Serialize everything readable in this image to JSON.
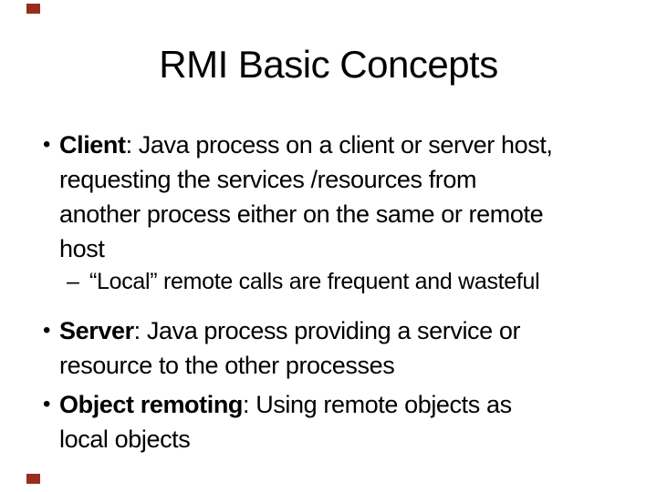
{
  "slide": {
    "title": "RMI Basic Concepts",
    "bullet_char": "•",
    "sub_dash": "–",
    "accent_color": "#962d1d",
    "bullets": [
      {
        "lead": "Client",
        "line1_rest": ": Java process on a client or server host,",
        "lines": [
          "requesting the services /resources from",
          "another process either on the same or remote",
          "host"
        ],
        "sub": "“Local” remote calls are frequent and wasteful"
      },
      {
        "lead": "Server",
        "line1_rest": ": Java process providing a service or",
        "lines": [
          "resource to the other processes"
        ]
      },
      {
        "lead": "Object remoting",
        "line1_rest": ": Using remote objects as",
        "lines": [
          "local objects"
        ]
      }
    ]
  }
}
